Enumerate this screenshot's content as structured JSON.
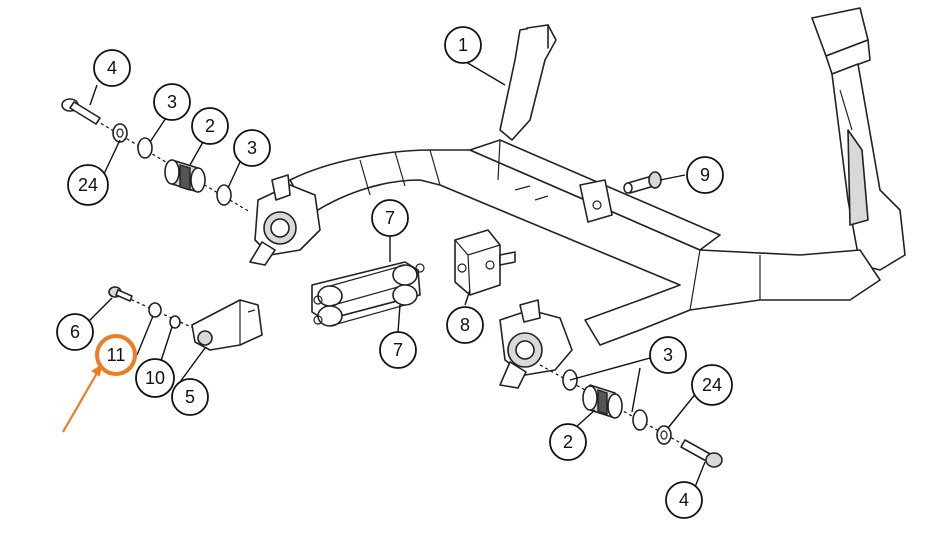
{
  "callouts": [
    {
      "id": "c1",
      "label": "1"
    },
    {
      "id": "c4a",
      "label": "4"
    },
    {
      "id": "c3a",
      "label": "3"
    },
    {
      "id": "c2a",
      "label": "2"
    },
    {
      "id": "c3b",
      "label": "3"
    },
    {
      "id": "c24a",
      "label": "24"
    },
    {
      "id": "c9",
      "label": "9"
    },
    {
      "id": "c7a",
      "label": "7"
    },
    {
      "id": "c7b",
      "label": "7"
    },
    {
      "id": "c8",
      "label": "8"
    },
    {
      "id": "c6",
      "label": "6"
    },
    {
      "id": "c11",
      "label": "11"
    },
    {
      "id": "c10",
      "label": "10"
    },
    {
      "id": "c5",
      "label": "5"
    },
    {
      "id": "c3c",
      "label": "3"
    },
    {
      "id": "c24b",
      "label": "24"
    },
    {
      "id": "c2b",
      "label": "2"
    },
    {
      "id": "c4b",
      "label": "4"
    }
  ],
  "highlight": {
    "target_label": "11",
    "color": "#f07c22"
  },
  "colors": {
    "line": "#222222",
    "accent": "#f07c22",
    "background": "#ffffff"
  }
}
